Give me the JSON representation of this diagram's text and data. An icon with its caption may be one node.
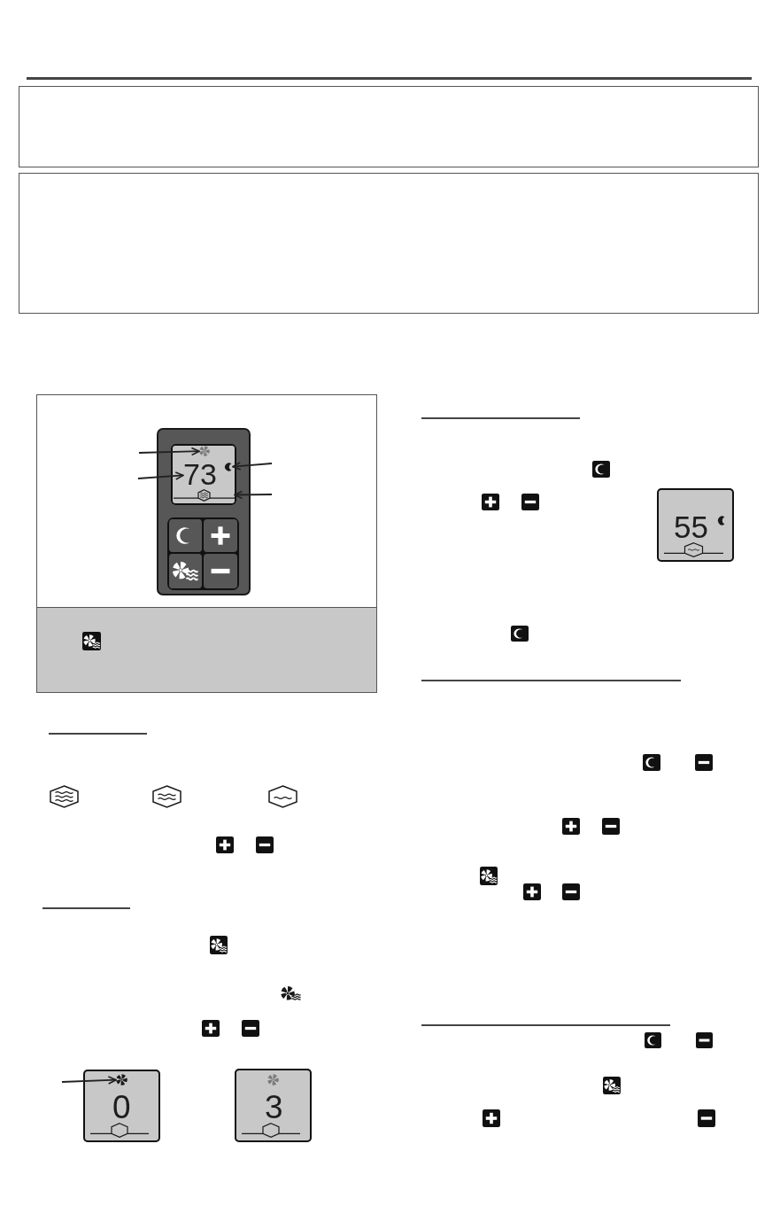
{
  "diagram": {
    "nodes": [
      {
        "text": [],
        "shape": "box"
      },
      {
        "text": [],
        "shape": "picture",
        "in": 0
      },
      {
        "text": [
          "73"
        ],
        "in": 0
      },
      {
        "text": [],
        "shape": "picture",
        "in": 0
      },
      {
        "text": [],
        "shape": "picture",
        "in": 0
      },
      {
        "text": [
          "0"
        ]
      },
      {
        "text": [],
        "shape": "picture",
        "in": 5
      },
      {
        "text": [
          "3"
        ]
      },
      {
        "text": [
          "55"
        ]
      }
    ],
    "edges": [
      {
        "from": null,
        "to": 1,
        "arrow": "to"
      },
      {
        "from": null,
        "to": 2,
        "arrow": "to"
      },
      {
        "from": null,
        "to": 3,
        "arrow": "to"
      },
      {
        "from": null,
        "to": 4,
        "arrow": "to"
      },
      {
        "from": null,
        "to": 6,
        "arrow": "to"
      }
    ]
  }
}
